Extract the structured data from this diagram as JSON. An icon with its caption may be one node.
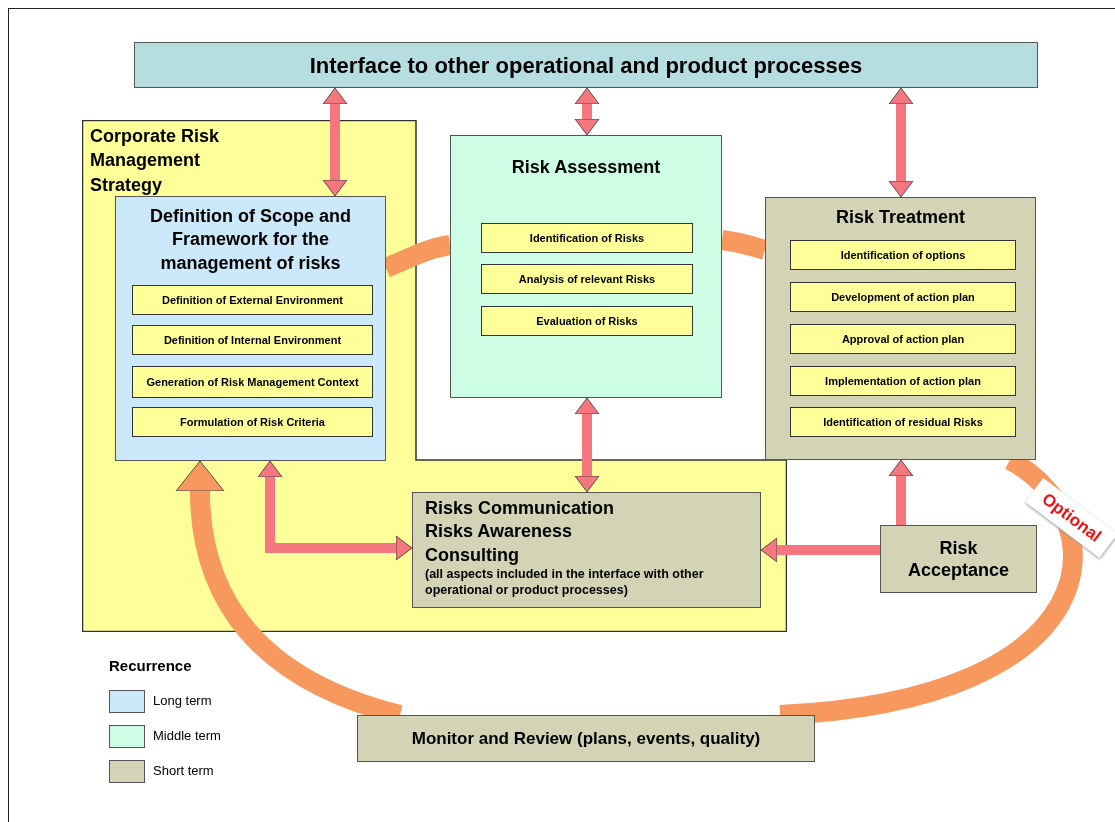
{
  "diagram": {
    "nodes": [
      {
        "text": [
          "Interface to other operational and product processes"
        ]
      },
      {
        "text": [
          "Corporate Risk Management Strategy"
        ]
      },
      {
        "text": [
          "Definition of Scope and Framework for the management of risks"
        ],
        "in": 1
      },
      {
        "text": [
          "Definition of External Environment"
        ],
        "in": 2
      },
      {
        "text": [
          "Definition of Internal Environment"
        ],
        "in": 2
      },
      {
        "text": [
          "Generation of Risk Management Context"
        ],
        "in": 2
      },
      {
        "text": [
          "Formulation of Risk Criteria"
        ],
        "in": 2
      },
      {
        "text": [
          "Risk Assessment"
        ]
      },
      {
        "text": [
          "Identification of Risks"
        ],
        "in": 7
      },
      {
        "text": [
          "Analysis of relevant Risks"
        ],
        "in": 7
      },
      {
        "text": [
          "Evaluation of Risks"
        ],
        "in": 7
      },
      {
        "text": [
          "Risk Treatment"
        ]
      },
      {
        "text": [
          "Identification of options"
        ],
        "in": 11
      },
      {
        "text": [
          "Development of action plan"
        ],
        "in": 11
      },
      {
        "text": [
          "Approval of action plan"
        ],
        "in": 11
      },
      {
        "text": [
          "Implementation of action plan"
        ],
        "in": 11
      },
      {
        "text": [
          "Identification of residual Risks"
        ],
        "in": 11
      },
      {
        "text": [
          "Risks Communication",
          "Risks Awareness",
          "Consulting",
          "(all aspects included in the interface with other operational or product processes)"
        ],
        "in": 1
      },
      {
        "text": [
          "Risk Acceptance"
        ],
        "beside": [
          "Optional"
        ]
      },
      {
        "text": [
          "Monitor and Review (plans, events, quality)"
        ]
      }
    ],
    "edges": [
      {
        "from": 0,
        "to": 2,
        "arrow": "both"
      },
      {
        "from": 0,
        "to": 7,
        "arrow": "both"
      },
      {
        "from": 0,
        "to": 11,
        "arrow": "both"
      },
      {
        "from": 7,
        "to": 17,
        "arrow": "both"
      },
      {
        "from": 2,
        "to": 17,
        "arrow": "both"
      },
      {
        "from": 18,
        "to": 11,
        "arrow": "to"
      },
      {
        "from": 18,
        "to": 17,
        "arrow": "to"
      },
      {
        "from": 2,
        "to": 7,
        "arrow": "none",
        "style": "thick",
        "color": "#f7995f"
      },
      {
        "from": 7,
        "to": 11,
        "arrow": "none",
        "style": "thick",
        "color": "#f7995f"
      },
      {
        "from": 11,
        "to": 19,
        "arrow": "none",
        "style": "thick",
        "color": "#f7995f"
      },
      {
        "from": 19,
        "to": 2,
        "arrow": "to",
        "style": "thick",
        "color": "#f7995f"
      }
    ],
    "labels": [
      "Recurrence"
    ],
    "legend": [
      {
        "text": "Long term",
        "color": "#cce8fb"
      },
      {
        "text": "Middle term",
        "color": "#cdfde5"
      },
      {
        "text": "Short term",
        "color": "#d3d4b5"
      }
    ]
  }
}
